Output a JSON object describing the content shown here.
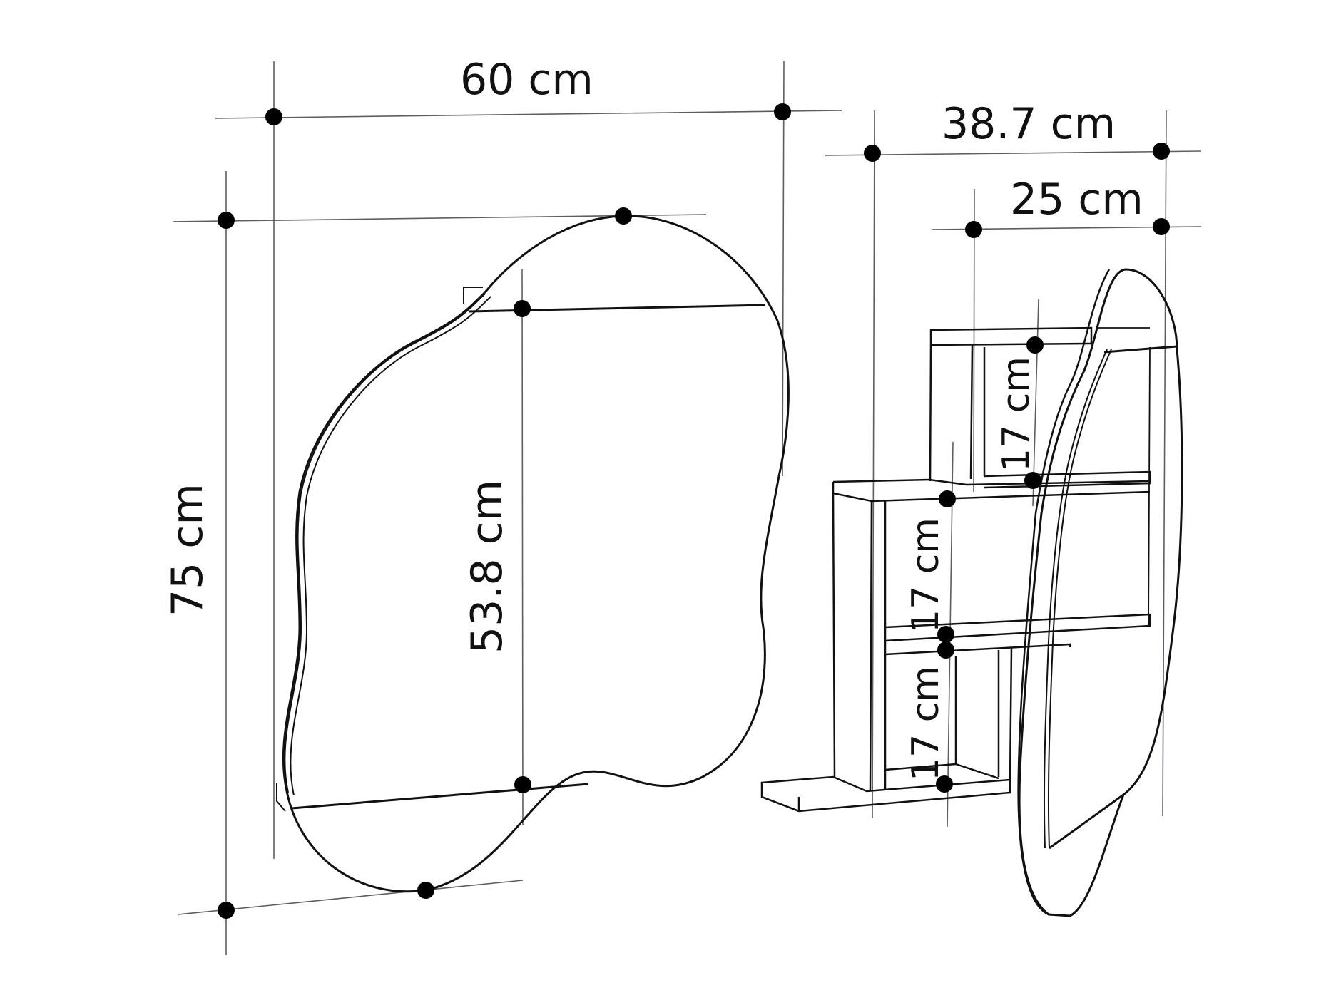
{
  "title": "Mirror with shelves - dimension diagram",
  "colors": {
    "line": "#111111",
    "guide": "#5a5f66",
    "dot": "#000000",
    "background": "#ffffff"
  },
  "front_view": {
    "width_label": "60 cm",
    "height_label": "75 cm",
    "inner_height_label": "53.8 cm"
  },
  "side_view": {
    "total_depth_label": "38.7 cm",
    "shelf_depth_label": "25 cm",
    "shelf_heights": [
      {
        "label": "17 cm"
      },
      {
        "label": "17 cm"
      },
      {
        "label": "17 cm"
      }
    ]
  }
}
